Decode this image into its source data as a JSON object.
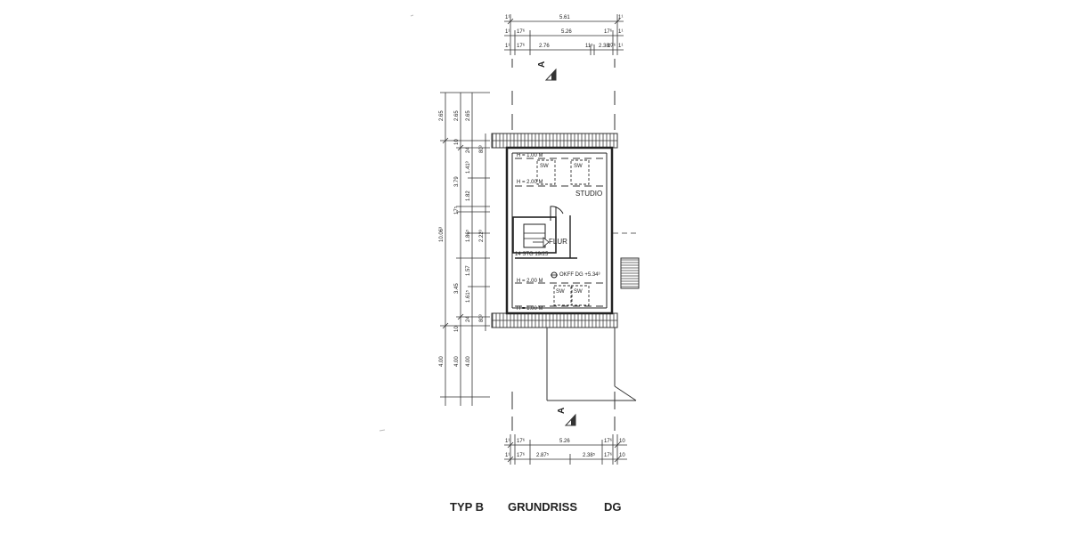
{
  "title_block": {
    "type": "TYP B",
    "view": "GRUNDRISS",
    "floor": "DG"
  },
  "rooms": {
    "studio": "STUDIO",
    "flur": "FLUR"
  },
  "notes": {
    "h100_top": "H = 1.00 M",
    "h200_top": "H = 2.00 M",
    "h200_bottom": "H = 2.00 M",
    "h100_bottom": "H = 1.00 M",
    "stair": "14 STG 19/25",
    "level": "OKFF DG +5.34³",
    "sw": "SW"
  },
  "section_marker": "A",
  "dims_top": {
    "row1": {
      "left": "1¹",
      "mid": "5.61",
      "right": "1¹"
    },
    "row2": {
      "a": "1¹",
      "b": "17⁶",
      "mid": "5.26",
      "c": "17⁶",
      "d": "1¹"
    },
    "row3": {
      "a": "1¹",
      "b": "17⁶",
      "c": "2.76",
      "d": "11⁵",
      "e": "2.38⁵",
      "f": "17⁶",
      "g": "1¹"
    }
  },
  "dims_bottom": {
    "row1": {
      "a": "1¹",
      "b": "17⁶",
      "mid": "5.26",
      "c": "17⁶",
      "d": "10"
    },
    "row2": {
      "a": "1¹",
      "b": "17⁶",
      "c": "2.87⁵",
      "d": "2.38⁵",
      "e": "17⁶",
      "f": "10"
    }
  },
  "dims_left": {
    "col1": [
      "2.65",
      "10.06³",
      "4.00"
    ],
    "col2": [
      "2.65",
      "10",
      "3.79",
      "17⁵",
      "3.45",
      "10",
      "4.00"
    ],
    "col3": [
      "2.65",
      "24",
      "1.41³",
      "1.82",
      "1.86⁵",
      "1.57",
      "1.61⁵",
      "24",
      "4.00"
    ],
    "col4": [
      "80³",
      "2.22³",
      "80³"
    ]
  }
}
